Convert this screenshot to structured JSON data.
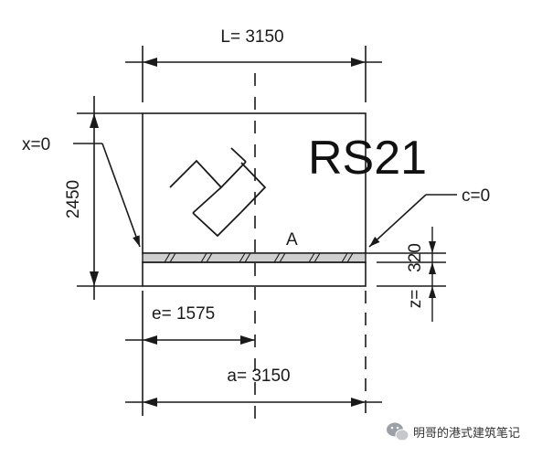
{
  "diagram": {
    "top_dimension": "L= 3150",
    "height_dimension": "2450",
    "label_x": "x=0",
    "label_c": "c=0",
    "mark_title": "RS21",
    "point_label": "A",
    "dim_320": "320",
    "dim_z": "z=",
    "eccentricity": "e= 1575",
    "bottom_dimension": "a= 3150"
  },
  "watermark": {
    "text": "明哥的港式建筑笔记",
    "icon": "wechat-icon"
  },
  "colors": {
    "line": "#1a1a1a",
    "hatch_fill": "#cfcfcf",
    "background": "#ffffff"
  }
}
